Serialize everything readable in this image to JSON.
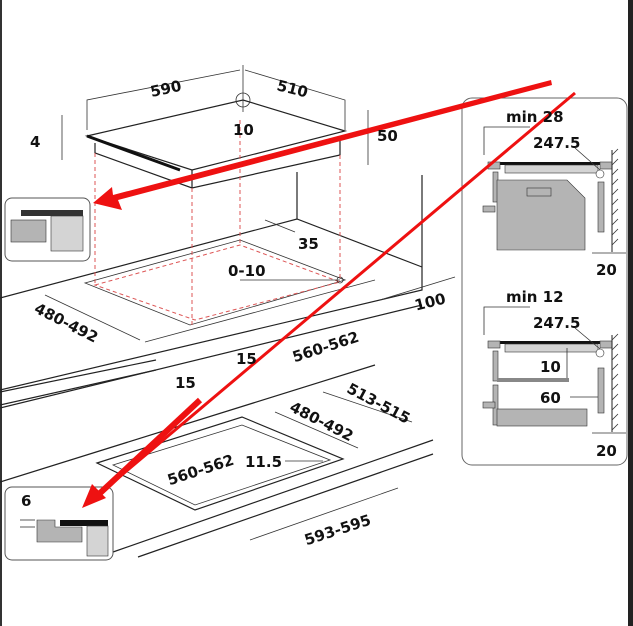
{
  "figure": {
    "hob_dimensions": {
      "width": "590",
      "depth": "510",
      "corner": "10",
      "top_thickness": "4",
      "height": "50"
    },
    "cutout_top_view": {
      "back_gap": "35",
      "corner_offset": "0-10",
      "side_clearance": "100",
      "cut_depth": "480-492",
      "cut_width": "560-562",
      "front_gap_a": "15",
      "front_gap_b": "15"
    },
    "flush_cutout": {
      "outer_depth": "513-515",
      "inner_depth": "480-492",
      "inner_width": "560-562",
      "corner_radius": "11.5",
      "outer_width": "593-595"
    },
    "inset_flush": {
      "depth": "6"
    },
    "panel_oven": {
      "min_label": "min 28",
      "radius": "247.5",
      "wall_gap": "20"
    },
    "panel_drawer": {
      "min_label": "min 12",
      "radius": "247.5",
      "shelf_gap": "10",
      "side_gap": "60",
      "wall_gap": "20"
    }
  },
  "colors": {
    "arrow": "#ee1111",
    "fill_gray": "#b4b4b4",
    "fill_light": "#d4d4d4",
    "frame": "#222222"
  }
}
